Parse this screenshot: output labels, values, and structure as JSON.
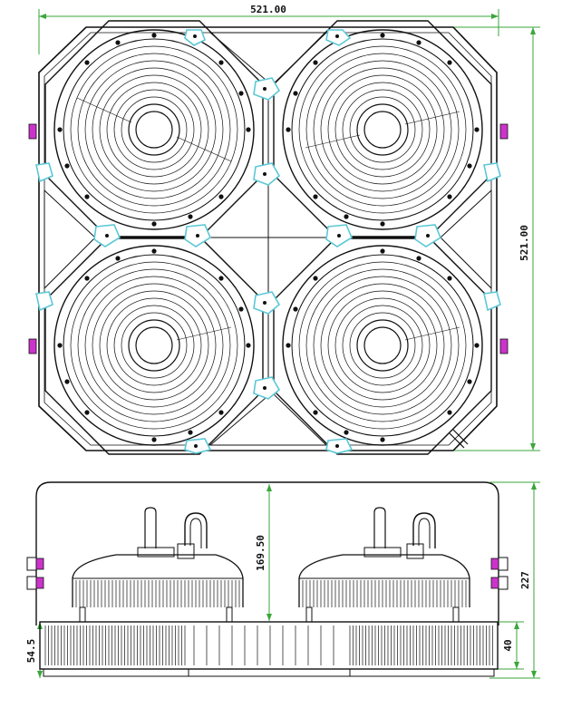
{
  "dimensions": {
    "top_width": "521.00",
    "top_height": "521.00",
    "side_inner_height": "169.50",
    "side_total_height": "227",
    "side_left_height": "54.5",
    "side_right_height": "40"
  },
  "colors": {
    "dimension_line": "#3aa63a",
    "bracket": "#5bc8d6",
    "bolt_accent": "#cc33cc",
    "ink": "#111111"
  },
  "icons": {
    "emitter": "concentric-circle-icon",
    "bolt": "bolt-icon",
    "bracket": "mount-bracket-icon"
  }
}
